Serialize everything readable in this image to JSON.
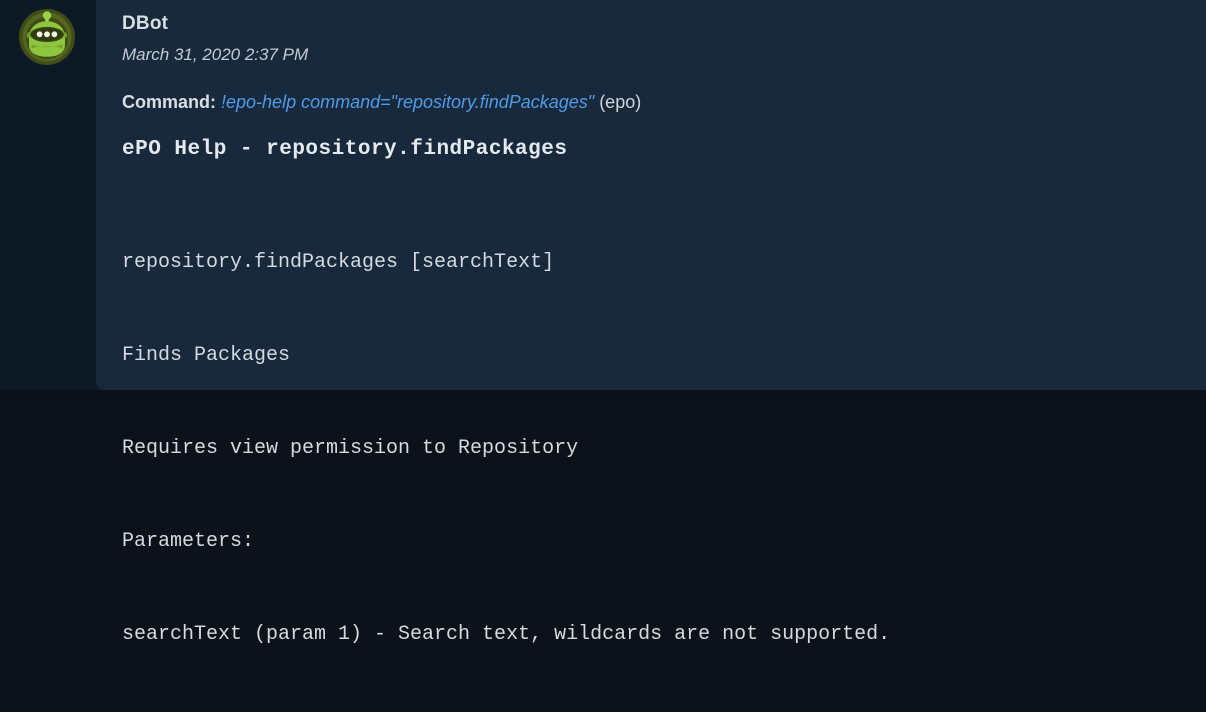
{
  "theme": {
    "page_background": "#0b1219",
    "gutter_background": "#0d1a26",
    "panel_background": "#17293a",
    "bottom_strip": "#0a1118",
    "text_primary": "#d8dee4",
    "text_muted": "#c3ccd4",
    "accent_blue": "#4f9bea",
    "avatar_green_light": "#8fc642",
    "avatar_green_mid": "#6f9c2a",
    "avatar_green_dark": "#4a5a1c",
    "avatar_ring": "#3f4a18"
  },
  "message": {
    "avatar_icon": "dbot-robot-avatar-icon",
    "sender": "DBot",
    "timestamp": "March 31, 2020 2:37 PM",
    "command": {
      "label": "Command:",
      "text": "!epo-help command=\"repository.findPackages\"",
      "suffix": "(epo)"
    },
    "help": {
      "heading": "ePO Help - repository.findPackages",
      "body_lines": [
        "repository.findPackages [searchText]",
        "Finds Packages",
        "Requires view permission to Repository",
        "Parameters:",
        "searchText (param 1) - Search text, wildcards are not supported."
      ]
    }
  }
}
